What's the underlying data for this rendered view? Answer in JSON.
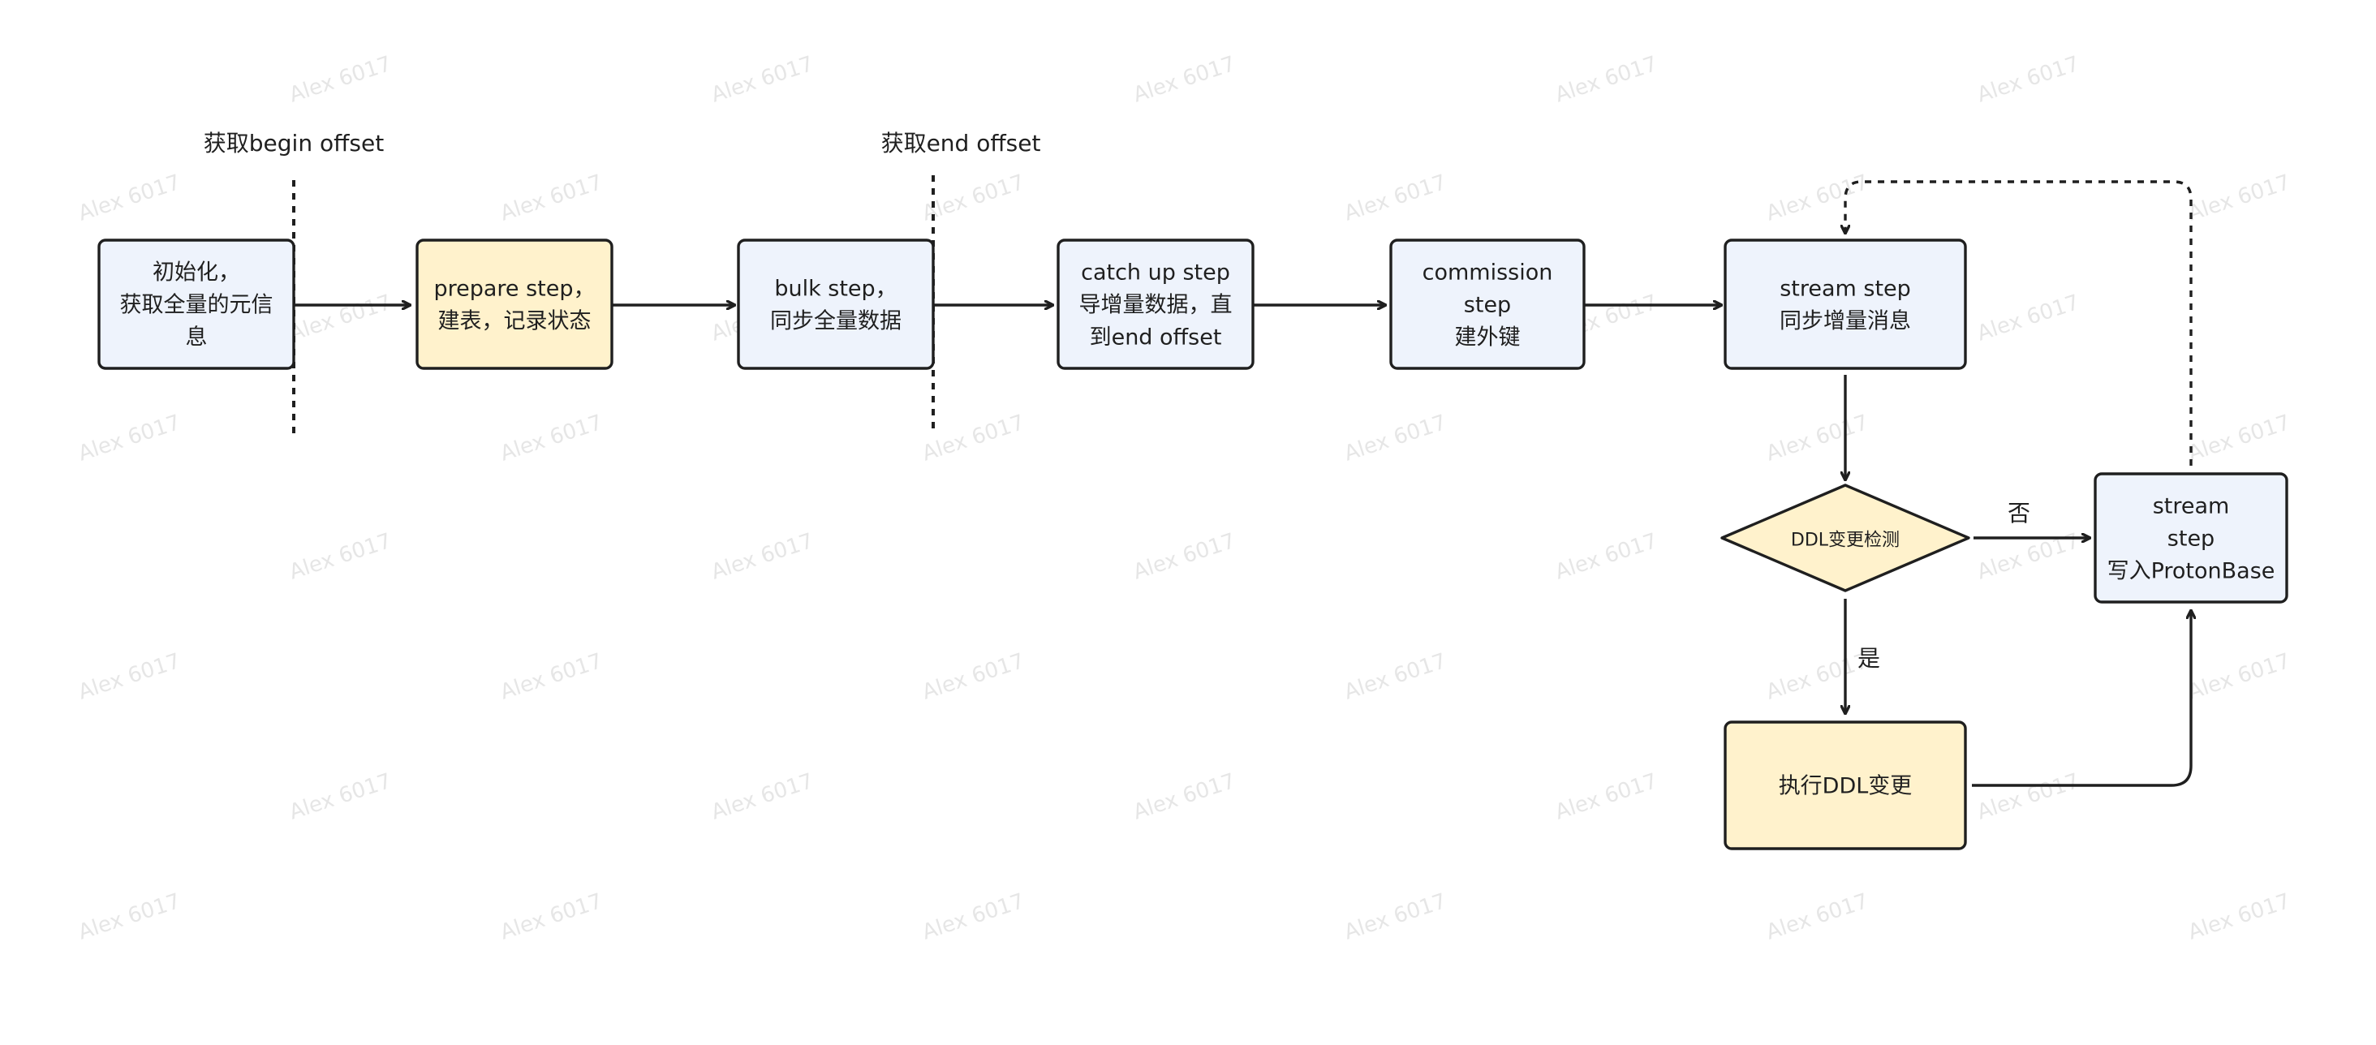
{
  "watermark_text": "Alex 6017",
  "colors": {
    "blue_fill": "#EEF3FC",
    "yellow_fill": "#FFF2CC",
    "stroke": "#1f1f1f",
    "text": "#1f1f1f"
  },
  "markers": {
    "begin_offset": "获取begin offset",
    "end_offset": "获取end offset"
  },
  "nodes": {
    "init": {
      "lines": [
        "初始化，",
        "获取全量的元信",
        "息"
      ]
    },
    "prepare": {
      "lines": [
        "prepare step，",
        "建表，记录状态"
      ]
    },
    "bulk": {
      "lines": [
        "bulk step，",
        "同步全量数据"
      ]
    },
    "catchup": {
      "lines": [
        "catch up step",
        "导增量数据，直",
        "到end offset"
      ]
    },
    "commission": {
      "lines": [
        "commission",
        "step",
        "建外键"
      ]
    },
    "stream": {
      "lines": [
        "stream step",
        "同步增量消息"
      ]
    },
    "ddl_check": {
      "lines": [
        "DDL变更检测"
      ]
    },
    "write": {
      "lines": [
        "stream",
        "step",
        "写入ProtonBase"
      ]
    },
    "exec_ddl": {
      "lines": [
        "执行DDL变更"
      ]
    }
  },
  "edge_labels": {
    "no": "否",
    "yes": "是"
  }
}
